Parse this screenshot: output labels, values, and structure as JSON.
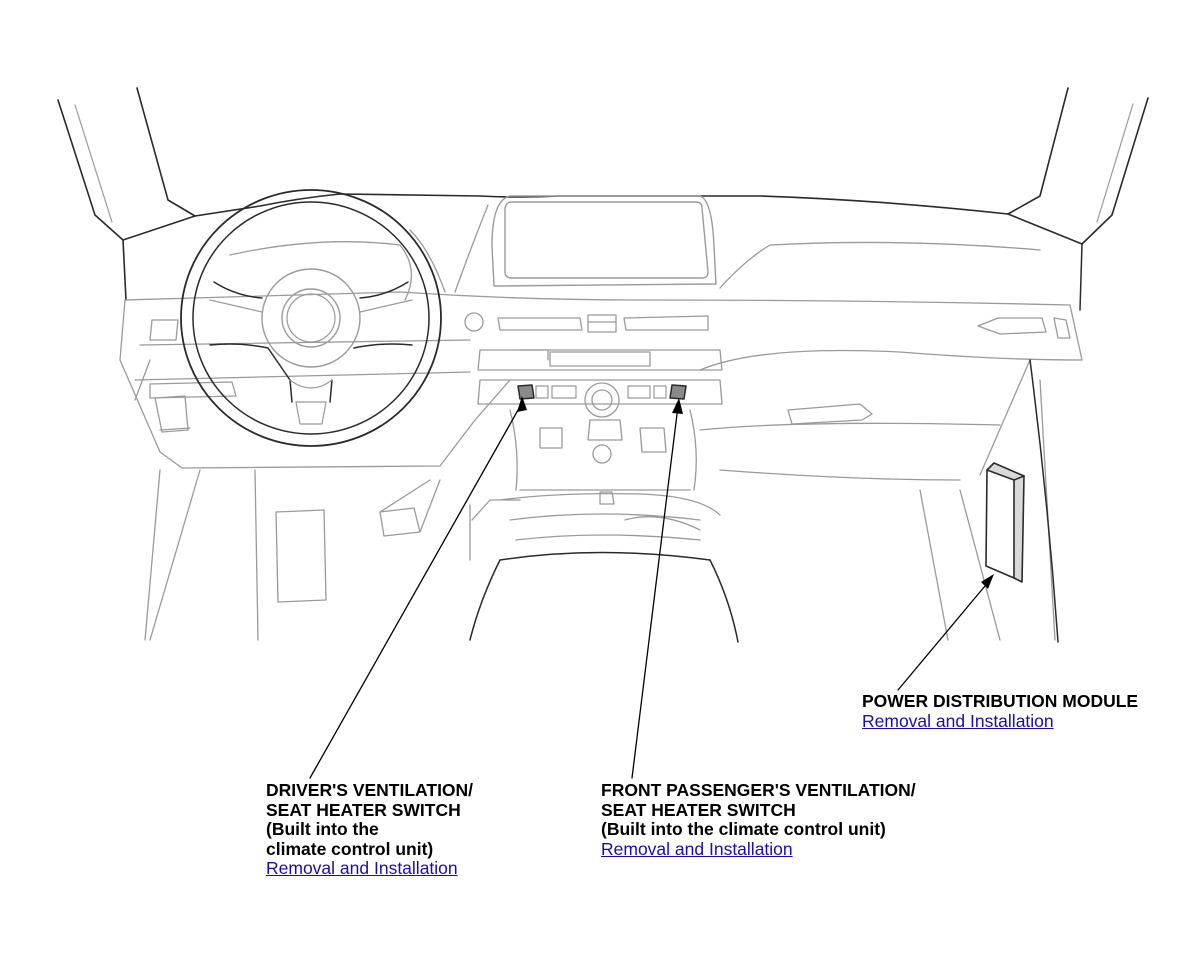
{
  "callouts": {
    "driver": {
      "lines": [
        "DRIVER'S VENTILATION/",
        "SEAT HEATER SWITCH",
        "(Built into the",
        "climate control unit)"
      ],
      "link": "Removal and Installation"
    },
    "passenger": {
      "lines": [
        "FRONT PASSENGER'S VENTILATION/",
        "SEAT HEATER SWITCH",
        "(Built into the climate control unit)"
      ],
      "link": "Removal and Installation"
    },
    "pdm": {
      "lines": [
        "POWER DISTRIBUTION MODULE"
      ],
      "link": "Removal and Installation"
    }
  },
  "colors": {
    "outline_dark": "#2a2a2a",
    "outline_light": "#9a9a9a",
    "link": "#1a0dab",
    "switch_fill": "#8a8a8a",
    "module_fill": "#d9d9d9"
  }
}
